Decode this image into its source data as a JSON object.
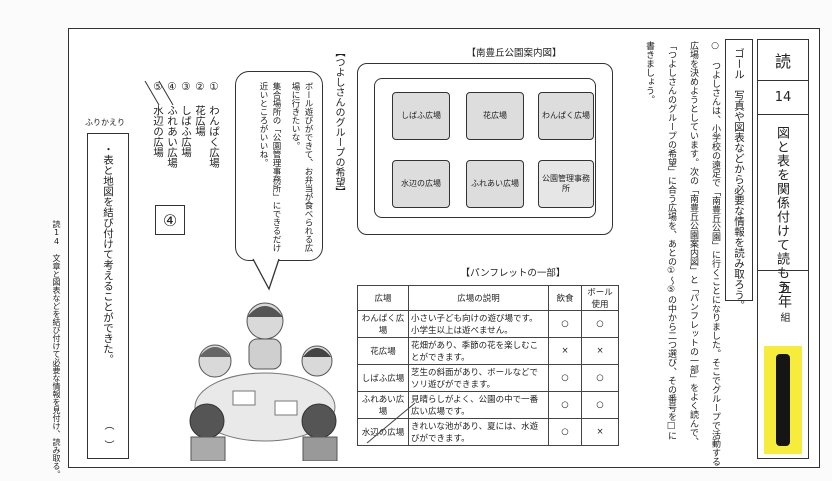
{
  "side": {
    "subject": "読",
    "number": "14",
    "unit_title": "図と表を関係付けて読もう",
    "grade": "五年",
    "class_label": "組"
  },
  "goal": "ゴール　写真や図表などから必要な情報を読み取ろう。",
  "prompt": {
    "lines": [
      "○ つよしさんは、小学校の遠足で「南豊丘公園」に行くことになりました。そこでグループで活動する",
      "広場を決めようとしています。次の「南豊丘公園案内図」と「パンフレットの一部」をよく読んで、",
      "「つよしさんのグループの希望」に合う広場を、あとの①～⑤の中から二つ選び、その番号を□に",
      "書きましょう。"
    ]
  },
  "map": {
    "title": "【南豊丘公園案内図】",
    "areas": [
      "しばふ広場",
      "花広場",
      "わんぱく広場",
      "水辺の広場",
      "ふれあい広場",
      "公園管理事務所"
    ]
  },
  "pamphlet": {
    "title": "【パンフレットの一部】",
    "headers": [
      "広場",
      "広場の説明",
      "飲食",
      "ボール使用"
    ],
    "rows": [
      [
        "わんぱく広場",
        "小さい子ども向けの遊び場です。小学生以上は遊べません。",
        "○",
        "○"
      ],
      [
        "花広場",
        "花畑があり、季節の花を楽しむことができます。",
        "×",
        "×"
      ],
      [
        "しばふ広場",
        "芝生の斜面があり、ボールなどでソリ遊びができます。",
        "○",
        "○"
      ],
      [
        "ふれあい広場",
        "見晴らしがよく、公園の中で一番広い広場です。",
        "○",
        "○"
      ],
      [
        "水辺の広場",
        "きれいな池があり、夏には、水遊びができます。",
        "○",
        "×"
      ]
    ]
  },
  "wish": {
    "title": "【つよしさんのグループの希望】",
    "text": [
      "ボール遊びができて、お弁当が食べられる広場に行きたいな。",
      "集合場所の「公園管理事務所」にできるだけ近いところがいいね。"
    ]
  },
  "choices": [
    "① わんぱく広場",
    "② 花広場",
    "③ しばふ広場",
    "④ ふれあい広場",
    "⑤ 水辺の広場"
  ],
  "answer_box": "④",
  "reflection": {
    "label": "ふりかえり",
    "text": "・表と地図を結び付けて考えることができた。",
    "mark": "（　）"
  },
  "footer": "読14　文章と図表などを結び付けて必要な情報を見付け、読み取る。"
}
